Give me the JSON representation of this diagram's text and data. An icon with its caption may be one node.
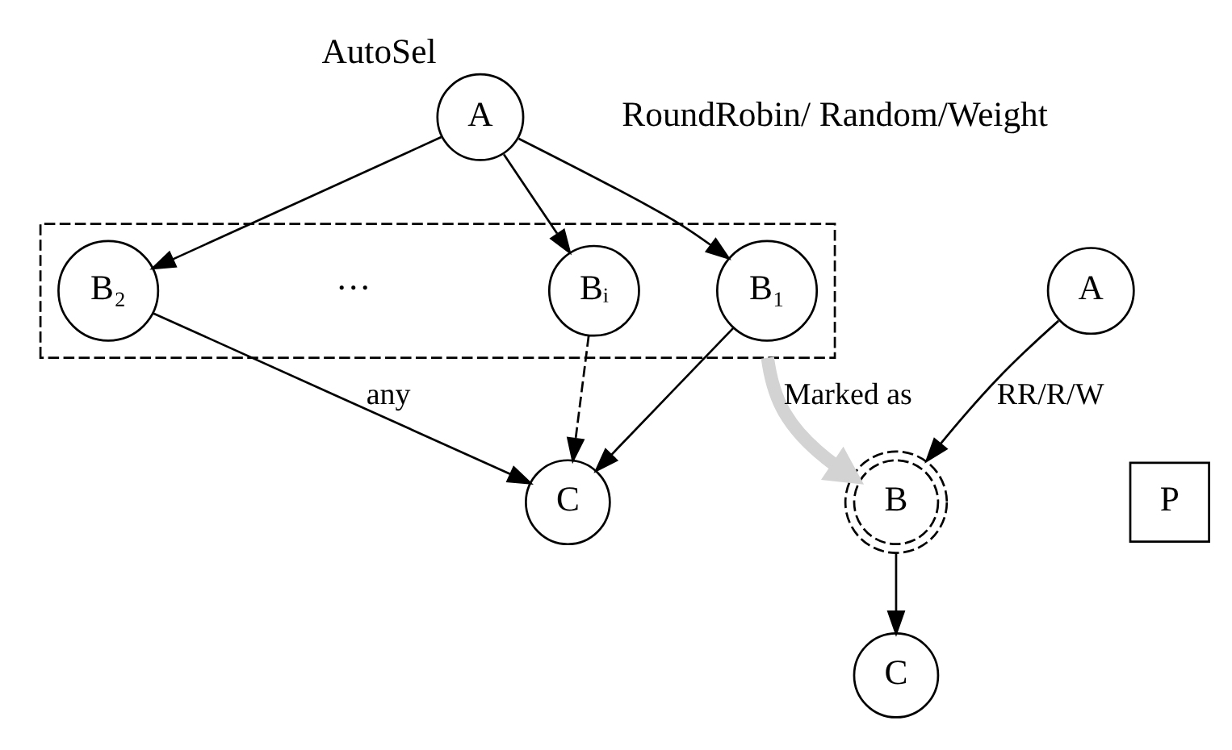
{
  "diagram": {
    "nodes": [
      {
        "text": [
          "A"
        ],
        "beside": [
          "AutoSel"
        ]
      },
      {
        "text": [],
        "shape": "box"
      },
      {
        "text": [
          "B₁"
        ],
        "in": 1
      },
      {
        "text": [
          "B₂"
        ],
        "in": 1
      },
      {
        "text": [
          "Bᵢ"
        ],
        "in": 1
      },
      {
        "text": [
          "C"
        ]
      },
      {
        "text": [
          "A"
        ]
      },
      {
        "text": [
          "B"
        ]
      },
      {
        "text": [
          "P"
        ]
      },
      {
        "text": [
          "C"
        ]
      }
    ],
    "edges": [
      {
        "from": 0,
        "to": 2,
        "arrow": "to"
      },
      {
        "from": 0,
        "to": 3,
        "arrow": "to"
      },
      {
        "from": 0,
        "to": 4,
        "arrow": "to"
      },
      {
        "from": 2,
        "to": 5,
        "arrow": "to"
      },
      {
        "from": 3,
        "to": 5,
        "arrow": "to",
        "label": "any"
      },
      {
        "from": 4,
        "to": 5,
        "arrow": "to",
        "style": "dashed"
      },
      {
        "from": 1,
        "to": 7,
        "arrow": "to",
        "label": "Marked as",
        "style": "thick",
        "color": "#d3d3d3"
      },
      {
        "from": 6,
        "to": 7,
        "arrow": "to",
        "label": "RR/R/W"
      },
      {
        "from": 7,
        "to": 9,
        "arrow": "to"
      }
    ],
    "labels": [
      "RoundRobin/ Random/Weight",
      "···"
    ]
  }
}
